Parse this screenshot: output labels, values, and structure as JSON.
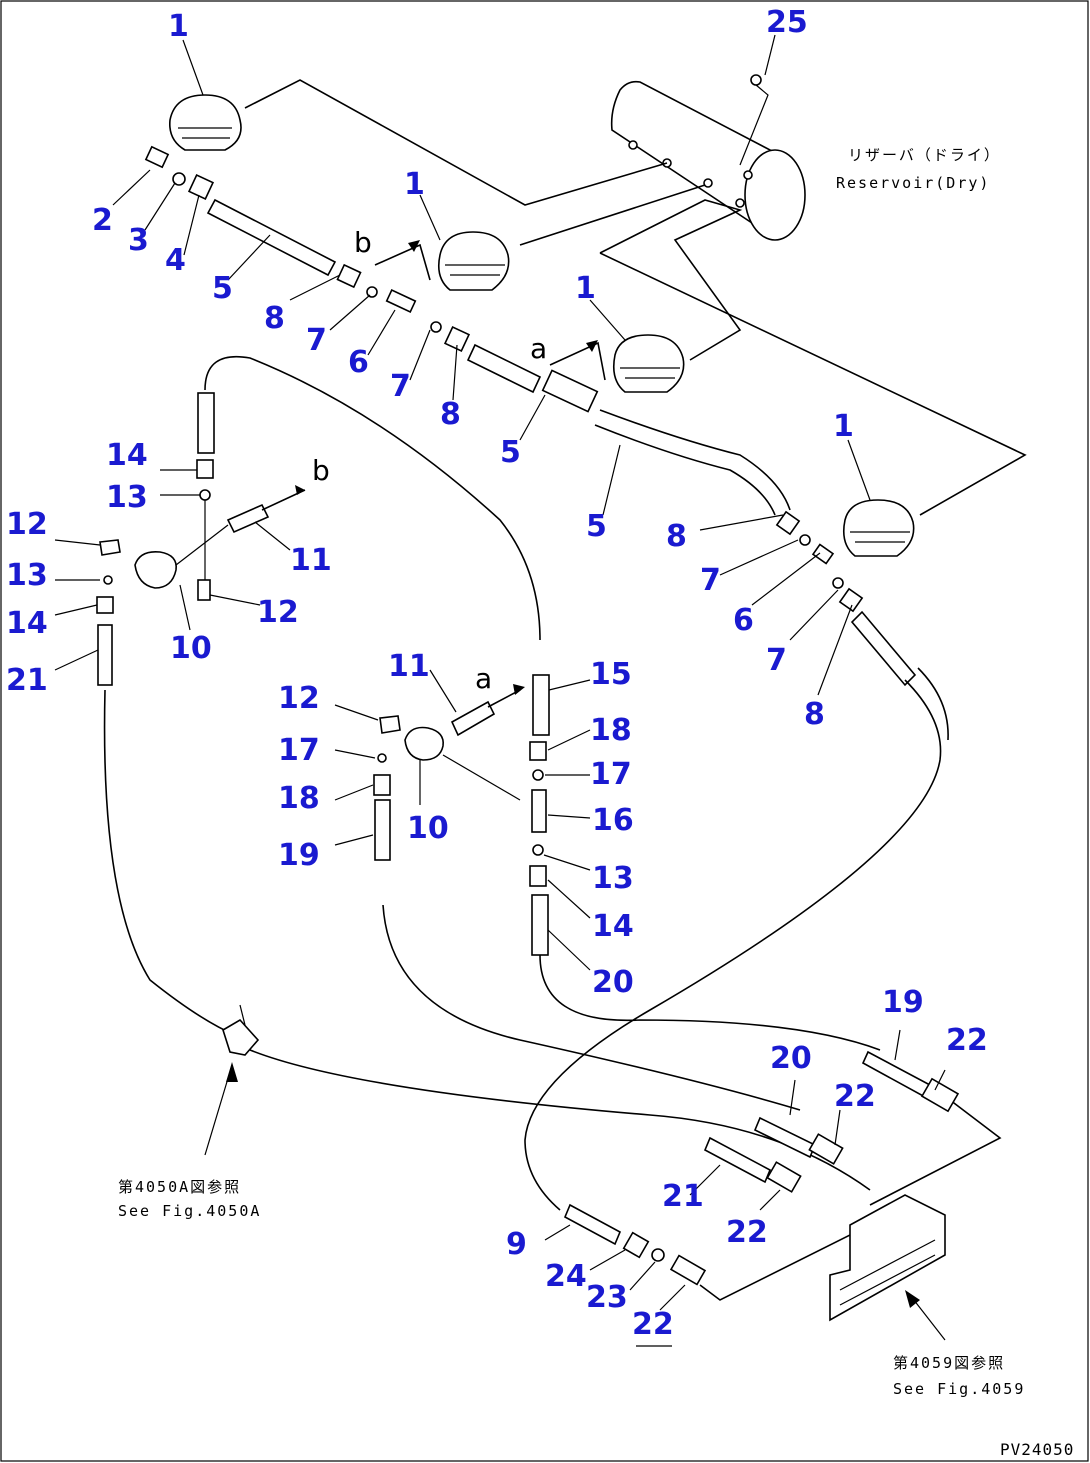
{
  "reservoir": {
    "label_jp": "リザーバ（ドライ）",
    "label_en": "Reservoir(Dry)"
  },
  "callouts": [
    {
      "id": "c1a",
      "text": "1"
    },
    {
      "id": "c2",
      "text": "2"
    },
    {
      "id": "c3",
      "text": "3"
    },
    {
      "id": "c4",
      "text": "4"
    },
    {
      "id": "c5a",
      "text": "5"
    },
    {
      "id": "c8a",
      "text": "8"
    },
    {
      "id": "c1b",
      "text": "1"
    },
    {
      "id": "c7a",
      "text": "7"
    },
    {
      "id": "c6a",
      "text": "6"
    },
    {
      "id": "c7b",
      "text": "7"
    },
    {
      "id": "c8b",
      "text": "8"
    },
    {
      "id": "c1c",
      "text": "1"
    },
    {
      "id": "c5b",
      "text": "5"
    },
    {
      "id": "c5c",
      "text": "5"
    },
    {
      "id": "c1d",
      "text": "1"
    },
    {
      "id": "c8c",
      "text": "8"
    },
    {
      "id": "c7c",
      "text": "7"
    },
    {
      "id": "c6b",
      "text": "6"
    },
    {
      "id": "c7d",
      "text": "7"
    },
    {
      "id": "c8d",
      "text": "8"
    },
    {
      "id": "c25",
      "text": "25"
    },
    {
      "id": "c14a",
      "text": "14"
    },
    {
      "id": "c13a",
      "text": "13"
    },
    {
      "id": "c11a",
      "text": "11"
    },
    {
      "id": "c12a",
      "text": "12"
    },
    {
      "id": "c13b",
      "text": "13"
    },
    {
      "id": "c14b",
      "text": "14"
    },
    {
      "id": "c21a",
      "text": "21"
    },
    {
      "id": "c12b",
      "text": "12"
    },
    {
      "id": "c10a",
      "text": "10"
    },
    {
      "id": "c11b",
      "text": "11"
    },
    {
      "id": "c12c",
      "text": "12"
    },
    {
      "id": "c17a",
      "text": "17"
    },
    {
      "id": "c18a",
      "text": "18"
    },
    {
      "id": "c19a",
      "text": "19"
    },
    {
      "id": "c10b",
      "text": "10"
    },
    {
      "id": "c15",
      "text": "15"
    },
    {
      "id": "c18b",
      "text": "18"
    },
    {
      "id": "c17b",
      "text": "17"
    },
    {
      "id": "c16",
      "text": "16"
    },
    {
      "id": "c13c",
      "text": "13"
    },
    {
      "id": "c14c",
      "text": "14"
    },
    {
      "id": "c20a",
      "text": "20"
    },
    {
      "id": "c19b",
      "text": "19"
    },
    {
      "id": "c22a",
      "text": "22"
    },
    {
      "id": "c20b",
      "text": "20"
    },
    {
      "id": "c22b",
      "text": "22"
    },
    {
      "id": "c21b",
      "text": "21"
    },
    {
      "id": "c22c",
      "text": "22"
    },
    {
      "id": "c9",
      "text": "9"
    },
    {
      "id": "c24",
      "text": "24"
    },
    {
      "id": "c23",
      "text": "23"
    },
    {
      "id": "c22d",
      "text": "22"
    }
  ],
  "flow_labels": {
    "b_top": "b",
    "a_top": "a",
    "b_left": "b",
    "a_mid": "a"
  },
  "references": {
    "fig4050_jp": "第4050A図参照",
    "fig4050_en": "See Fig.4050A",
    "fig4059_jp": "第4059図参照",
    "fig4059_en": "See Fig.4059"
  },
  "drawing_code": "PV24050"
}
